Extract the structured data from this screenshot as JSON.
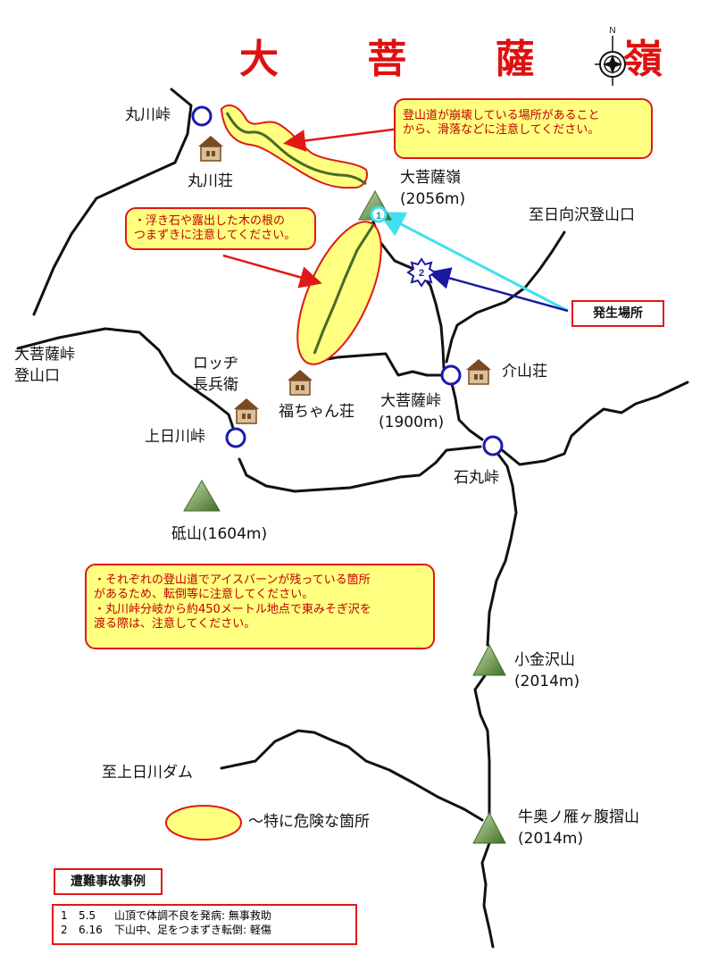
{
  "title": "大 菩 薩 嶺",
  "compass": {
    "north_label": "N"
  },
  "places": {
    "marukawa_toge": "丸川峠",
    "marukawa_so": "丸川荘",
    "daibosatsu_rei": "大菩薩嶺",
    "daibosatsu_rei_elev": "(2056m)",
    "hinatasawa": "至日向沢登山口",
    "daibosatsu_toge_tozanguchi_1": "大菩薩峠",
    "daibosatsu_toge_tozanguchi_2": "登山口",
    "lodge_1": "ロッヂ",
    "lodge_2": "長兵衛",
    "fukuchan_so": "福ちゃん荘",
    "daibosatsu_toge": "大菩薩峠",
    "daibosatsu_toge_elev": "(1900m)",
    "kaisan_so": "介山荘",
    "kamihikawa_toge": "上日川峠",
    "ishimaru_toge": "石丸峠",
    "toishiyama": "砥山(1604m)",
    "kokanesawa": "小金沢山",
    "kokanesawa_elev": "(2014m)",
    "kamihikawa_dam": "至上日川ダム",
    "ushioku": "牛奥ノ雁ヶ腹摺山",
    "ushioku_elev": "(2014m)"
  },
  "notes": {
    "collapse": [
      "登山道が崩壊している場所があること",
      "から、滑落などに注意してください。"
    ],
    "stones": [
      "・浮き石や露出した木の根の",
      "つまずきに注意してください。"
    ],
    "ice": [
      "・それぞれの登山道でアイスバーンが残っている箇所",
      "があるため、転倒等に注意してください。",
      "・丸川峠分岐から約450メートル地点で東みそぎ沢を",
      "渡る際は、注意してください。"
    ]
  },
  "incident_label": "発生場所",
  "legend_text": "～特に危険な箇所",
  "markers": [
    "1",
    "2"
  ],
  "accidents": {
    "heading": "遭難事故事例",
    "rows": [
      {
        "no": "1",
        "date": "5.5",
        "text": "山頂で体調不良を発病: 無事救助"
      },
      {
        "no": "2",
        "date": "6.16",
        "text": "下山中、足をつまずき転倒: 軽傷"
      }
    ]
  },
  "colors": {
    "title": "#e01010",
    "note_bg": "#ffff80",
    "note_border": "#e01818",
    "danger_fill": "#ffff80",
    "arrow_red": "#e01818",
    "arrow_cyan": "#40e0f0",
    "arrow_blue": "#1a1aa0",
    "trail": "#111111",
    "summit_green": "#6a9c48"
  }
}
